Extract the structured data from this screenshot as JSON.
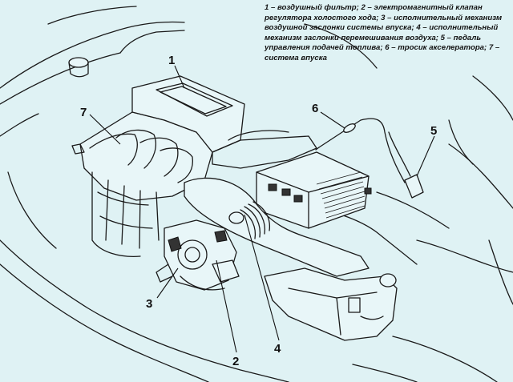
{
  "figure": {
    "caption": "1 – воздушный фильтр; 2 – электромагнитный клапан регулятора холостого хода; 3 – исполнительный механизм воздушной заслонки системы впуска; 4 – исполнительный механизм заслонки перемешивания воздуха; 5 – педаль управления подачей топлива; 6 – тросик акселератора; 7 – система впуска",
    "callouts": [
      {
        "number": "1",
        "part": "воздушный фильтр"
      },
      {
        "number": "2",
        "part": "электромагнитный клапан регулятора холостого хода"
      },
      {
        "number": "3",
        "part": "исполнительный механизм воздушной заслонки системы впуска"
      },
      {
        "number": "4",
        "part": "исполнительный механизм заслонки перемешивания воздуха"
      },
      {
        "number": "5",
        "part": "педаль управления подачей топлива"
      },
      {
        "number": "6",
        "part": "тросик акселератора"
      },
      {
        "number": "7",
        "part": "система впуска"
      }
    ]
  },
  "colors": {
    "background": "#dff2f4",
    "line": "#1a1a1a"
  }
}
